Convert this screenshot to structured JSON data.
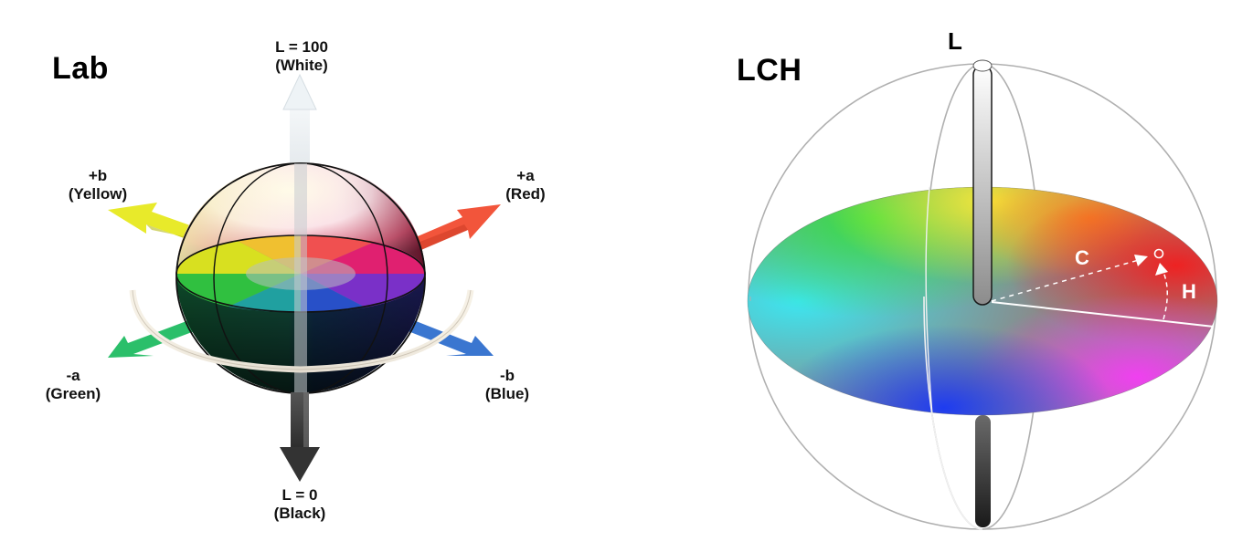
{
  "lab": {
    "title": "Lab",
    "axes": {
      "l_top": {
        "value": "L = 100",
        "name": "(White)"
      },
      "l_bottom": {
        "value": "L = 0",
        "name": "(Black)"
      },
      "plus_a": {
        "value": "+a",
        "name": "(Red)"
      },
      "minus_a": {
        "value": "-a",
        "name": "(Green)"
      },
      "plus_b": {
        "value": "+b",
        "name": "(Yellow)"
      },
      "minus_b": {
        "value": "-b",
        "name": "(Blue)"
      }
    },
    "colors": {
      "red_arrow": "#f2553b",
      "yellow_arrow": "#e8ea2a",
      "green_arrow": "#2bbf6a",
      "blue_arrow": "#3a76d0",
      "white_arrow": "#e6ecf0",
      "black_arrow": "#333333"
    }
  },
  "lch": {
    "title": "LCH",
    "axis_label": "L",
    "chroma_label": "C",
    "hue_label": "H",
    "colors": {
      "green": "#35e040",
      "yellow": "#f5e83a",
      "red": "#ee2222",
      "magenta": "#f040f0",
      "blue": "#1e3cf0",
      "cyan": "#3ce6f0",
      "wire": "#b0b0b0"
    }
  }
}
